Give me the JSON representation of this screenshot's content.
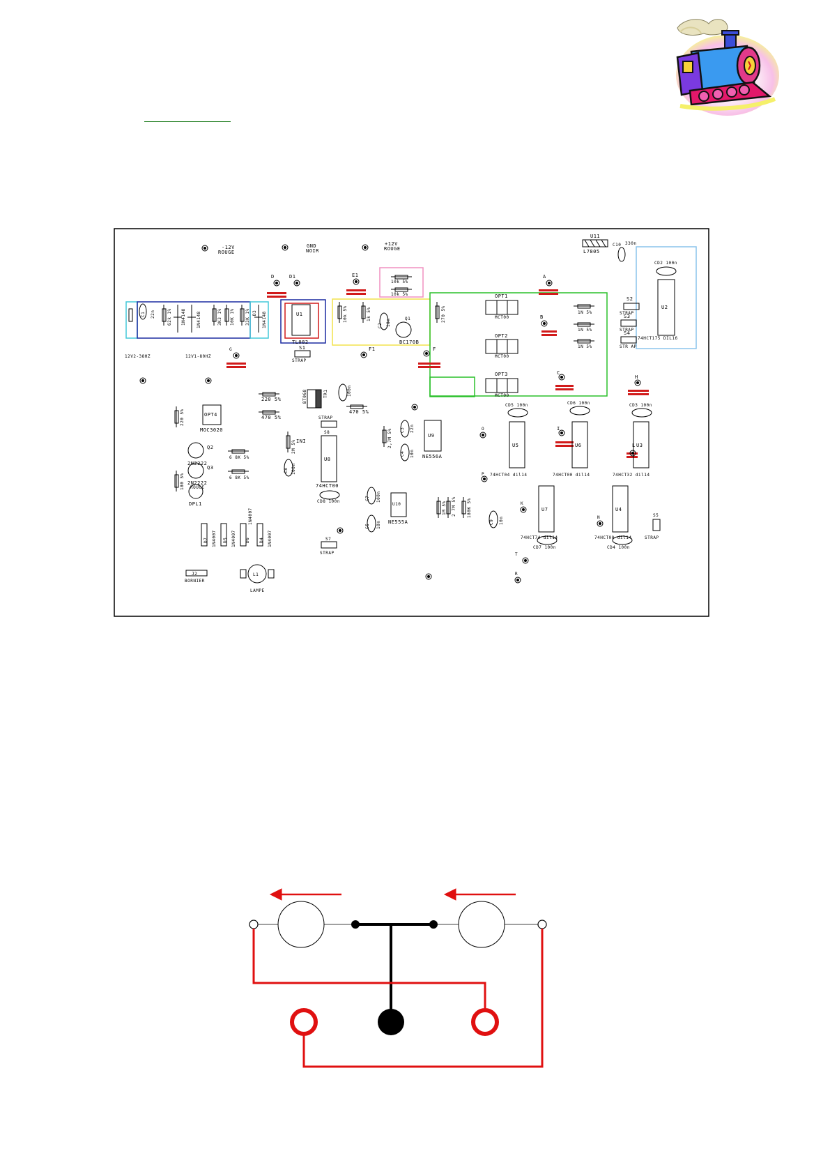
{
  "header": {
    "link_text": "",
    "colors": {
      "link": "#1a7a1a"
    }
  },
  "logo": {
    "icon": "steam-locomotive-icon"
  },
  "pcb": {
    "labels": {
      "m12v": "-12V",
      "rouge1": "ROUGE",
      "gnd": "GND",
      "noir": "NOIR",
      "p12v": "+12V",
      "rouge2": "ROUGE",
      "d": "D",
      "d1": "D1",
      "e1": "E1",
      "r_pink1": "10k 5%",
      "r_pink2": "10k 5%",
      "u11": "U11",
      "l7805": "L7805",
      "c10": "C10",
      "c10v": "330n",
      "cd2": "CD2 100n",
      "u2": "U2",
      "u2type": "74HCT175 DIL16",
      "a": "A",
      "opt1": "OPT1",
      "opt2": "OPT2",
      "opt3": "OPT3",
      "mct": "MCT00",
      "b": "B",
      "r_1n5a": "1N 5%",
      "r_1n5b": "1N 5%",
      "r_1n5c": "1N 5%",
      "s2": "S2",
      "strap": "STRAP",
      "s3": "S3",
      "s4": "S4",
      "strap_s4": "STR AP",
      "c": "C",
      "h": "H",
      "f": "F",
      "f1": "F1",
      "r270": "270 5%",
      "r10k": "10k 5%",
      "r1k": "1k 5%",
      "c2": "C2",
      "c2v": "10n",
      "q1": "Q1",
      "bc": "BC170B",
      "u1": "U1",
      "tl": "TL082",
      "c1": "C1",
      "c1v": "22n",
      "r62k": "62k 1%",
      "d2": "D2",
      "d1n": "1N4148",
      "d3n": "1N4148",
      "r3k3": "3K3 1%",
      "r10k1": "10K 1%",
      "d3": "D3",
      "d4n": "1N4148",
      "r33k": "33K 1%",
      "in12": "12V2-38HZ",
      "in12b": "12V1-80HZ",
      "g": "G",
      "s1": "S1",
      "strap_s1": "STRAP",
      "r220a": "220 5%",
      "r470a": "470 5%",
      "r470b": "470 5%",
      "tr": "BT068",
      "tr2": "TR1",
      "c100n": "100n",
      "opt4": "OPT4",
      "moc": "MOC3020",
      "r220b": "220 5%",
      "strap_s8": "STRAP",
      "s8": "S8",
      "r2m": "2M 5%",
      "ini": "INI",
      "u8": "U8",
      "u8t": "74HCT00",
      "cd": "CD8 100n",
      "q2": "Q2",
      "q2t": "2N2222",
      "r6k": "6 8K 5%",
      "q3": "Q3",
      "q3t": "2N2222",
      "r6k2": "6 8K 5%",
      "rouge3": "ROUGE",
      "dpl": "DPL1",
      "r180": "180 5%",
      "c8": "C8",
      "c8v": "100n",
      "r27m": "2,7M 5%",
      "c3": "C3",
      "c3v": "22n",
      "c4": "C4",
      "c4v": "10n",
      "u9": "U9",
      "u9t": "NE556A",
      "cd5": "CD5 100n",
      "cd6": "CD6 100n",
      "cd3": "CD3 100n",
      "u5": "U5",
      "u6": "U6",
      "u3": "U3",
      "u5t": "74HCT04 dil14",
      "u6t": "74HCT00 dil14",
      "u3t": "74HCT32 dil14",
      "i": "I",
      "l": "L",
      "o": "O",
      "p": "P",
      "k": "K",
      "n": "N",
      "t": "T",
      "r": "R",
      "c7": "C7",
      "c7v": "100n",
      "c5": "C5",
      "c5v": "10n",
      "u10": "U10",
      "u10t": "NE555A",
      "r1m": "1M 5%",
      "r2m2": "2 7M 5%",
      "r180k": "180K 5%",
      "c9": "C9",
      "c9v": "10n",
      "u7": "U7",
      "u7t": "74HCT74 dil14",
      "cd7": "CD7 100n",
      "u4": "U4",
      "u4t": "74HCT00 dil14",
      "cd4": "CD4 100n",
      "s5": "S5",
      "strap_s5": "STRAP",
      "s7": "S7",
      "strap_s7": "STRAP",
      "d7": "D7",
      "d5": "D5",
      "d6": "D6",
      "d4": "D4",
      "d1n4007": "1N4007",
      "j2": "J2",
      "bornier": "BORNIER",
      "l1": "L1",
      "lampe": "LAMPE"
    },
    "colors": {
      "outline": "#000000",
      "marker": "#d11a1a",
      "cyan": "#44c8d8",
      "navy": "#1a2aa0",
      "red": "#d11a1a",
      "yellow": "#f2e24a",
      "pink": "#f090c0",
      "green": "#2ac02a",
      "lightblue": "#8ac4ec"
    }
  },
  "schematic": {
    "colors": {
      "wire": "#e01010",
      "line": "#000000"
    }
  }
}
